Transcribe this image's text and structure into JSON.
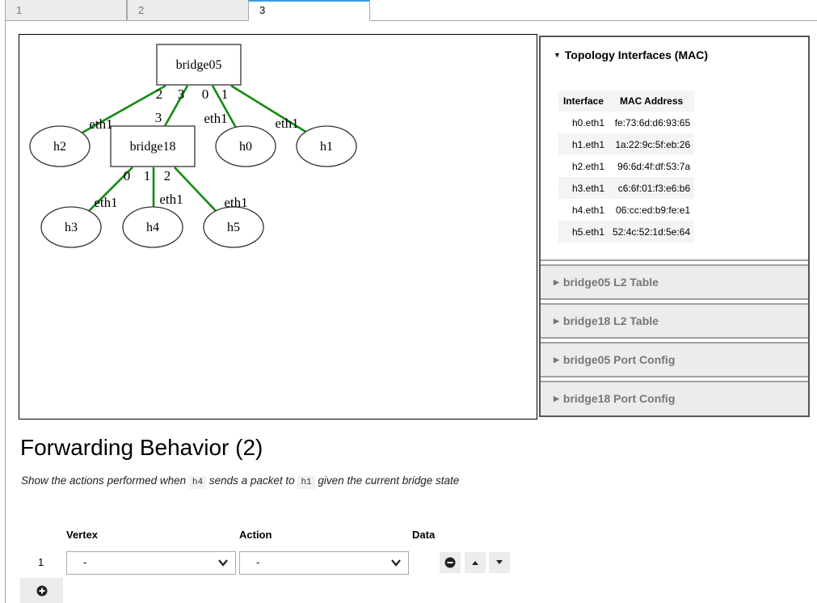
{
  "tabs": [
    {
      "label": "1",
      "active": false
    },
    {
      "label": "2",
      "active": false
    },
    {
      "label": "3",
      "active": true
    }
  ],
  "graph": {
    "nodes": [
      {
        "id": "bridge05",
        "label": "bridge05",
        "shape": "box"
      },
      {
        "id": "bridge18",
        "label": "bridge18",
        "shape": "box"
      },
      {
        "id": "h0",
        "label": "h0",
        "shape": "ellipse"
      },
      {
        "id": "h1",
        "label": "h1",
        "shape": "ellipse"
      },
      {
        "id": "h2",
        "label": "h2",
        "shape": "ellipse"
      },
      {
        "id": "h3",
        "label": "h3",
        "shape": "ellipse"
      },
      {
        "id": "h4",
        "label": "h4",
        "shape": "ellipse"
      },
      {
        "id": "h5",
        "label": "h5",
        "shape": "ellipse"
      }
    ],
    "edges": [
      {
        "from": "bridge05",
        "from_port": "2",
        "to": "h2",
        "to_port": "eth1"
      },
      {
        "from": "bridge05",
        "from_port": "3",
        "to": "bridge18",
        "to_port": "3"
      },
      {
        "from": "bridge05",
        "from_port": "0",
        "to": "h0",
        "to_port": "eth1"
      },
      {
        "from": "bridge05",
        "from_port": "1",
        "to": "h1",
        "to_port": "eth1"
      },
      {
        "from": "bridge18",
        "from_port": "0",
        "to": "h3",
        "to_port": "eth1"
      },
      {
        "from": "bridge18",
        "from_port": "1",
        "to": "h4",
        "to_port": "eth1"
      },
      {
        "from": "bridge18",
        "from_port": "2",
        "to": "h5",
        "to_port": "eth1"
      }
    ],
    "edge_color": "#138a13"
  },
  "panel": {
    "open_section": {
      "title": "Topology Interfaces (MAC)",
      "columns": [
        "Interface",
        "MAC Address"
      ],
      "rows": [
        {
          "interface": "h0.eth1",
          "mac": "fe:73:6d:d6:93:65"
        },
        {
          "interface": "h1.eth1",
          "mac": "1a:22:9c:5f:eb:26"
        },
        {
          "interface": "h2.eth1",
          "mac": "96:6d:4f:df:53:7a"
        },
        {
          "interface": "h3.eth1",
          "mac": "c6:6f:01:f3:e6:b6"
        },
        {
          "interface": "h4.eth1",
          "mac": "06:cc:ed:b9:fe:e1"
        },
        {
          "interface": "h5.eth1",
          "mac": "52:4c:52:1d:5e:64"
        }
      ]
    },
    "closed_sections": [
      {
        "title": "bridge05 L2 Table"
      },
      {
        "title": "bridge18 L2 Table"
      },
      {
        "title": "bridge05 Port Config"
      },
      {
        "title": "bridge18 Port Config"
      }
    ]
  },
  "forwarding": {
    "title": "Forwarding Behavior (2)",
    "desc_prefix": "Show the actions performed when",
    "src_host": "h4",
    "desc_middle": "sends a packet to",
    "dst_host": "h1",
    "desc_suffix": "given the current bridge state",
    "columns": {
      "vertex": "Vertex",
      "action": "Action",
      "data": "Data"
    },
    "rows": [
      {
        "num": "1",
        "vertex": "-",
        "action": "-"
      }
    ]
  },
  "icons": {
    "caret_down": "▼",
    "caret_right": "▶"
  }
}
